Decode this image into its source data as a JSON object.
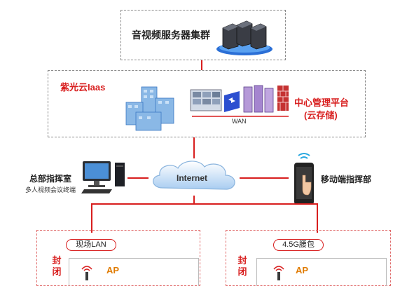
{
  "top": {
    "label": "音视频服务器集群"
  },
  "cloud_box": {
    "label": "紫光云Iaas",
    "center_label": "中心管理平台",
    "center_sub": "(云存储)",
    "wan_label": "WAN"
  },
  "internet": {
    "label": "Internet"
  },
  "hq": {
    "title": "总部指挥室",
    "subtitle": "多人视频会议终端"
  },
  "mobile": {
    "label": "移动端指挥部"
  },
  "left_site": {
    "pill": "现场LAN",
    "vertical": "封闭",
    "ap": "AP"
  },
  "right_site": {
    "pill": "4.5G腰包",
    "vertical": "封闭",
    "ap": "AP"
  },
  "colors": {
    "accent": "#d81e1e",
    "dash": "#8a8a8a"
  }
}
